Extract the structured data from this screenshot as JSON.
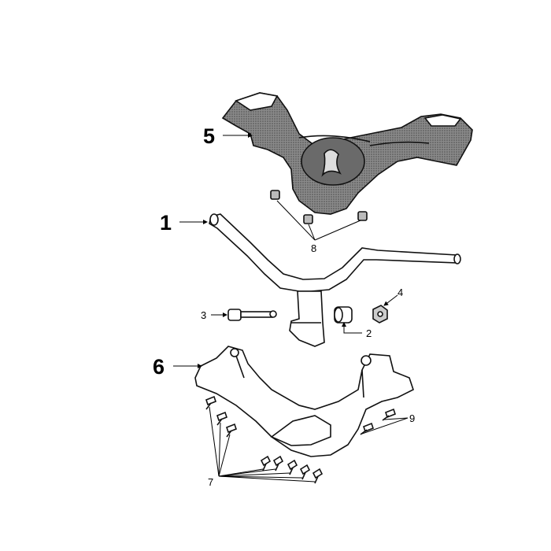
{
  "callouts": {
    "c1": "1",
    "c2": "2",
    "c3": "3",
    "c4": "4",
    "c5": "5",
    "c6": "6",
    "c7": "7",
    "c8": "8",
    "c9": "9"
  },
  "colors": {
    "ink": "#000000",
    "background": "#ffffff",
    "shading": "#666666"
  }
}
